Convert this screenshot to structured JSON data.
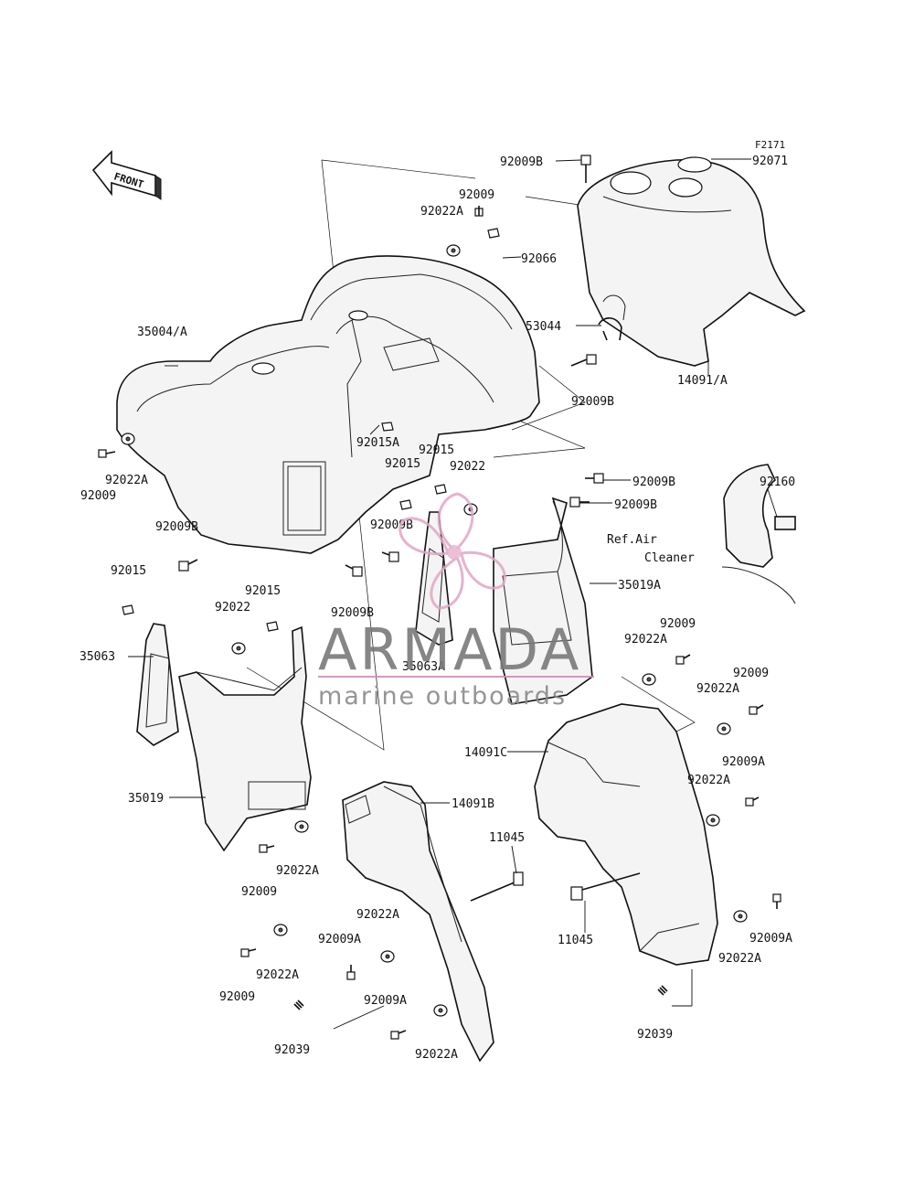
{
  "figure_id": "F2171",
  "front_label": "FRONT",
  "ref_note": {
    "line1": "Ref.Air",
    "line2": "Cleaner"
  },
  "watermark": {
    "brand": "ARMADA",
    "tagline": "marine outboards",
    "accent_color": "#d88ab5",
    "text_color": "#7a7a7a"
  },
  "labels": {
    "n92009B_top": "92009B",
    "n92071": "92071",
    "n92009_a": "92009",
    "n92022A_a": "92022A",
    "n92066": "92066",
    "n35004A": "35004/A",
    "n53044": "53044",
    "n92009B_b": "92009B",
    "n14091A": "14091/A",
    "n92015A": "92015A",
    "n92015_a": "92015",
    "n92015_b": "92015",
    "n92022_a": "92022",
    "n92009B_c": "92009B",
    "n92009B_d": "92009B",
    "n92022A_b": "92022A",
    "n92009_b": "92009",
    "n92160": "92160",
    "n92009B_e": "92009B",
    "n92009B_f": "92009B",
    "n92009B_g": "92009B",
    "n35019A": "35019A",
    "n92015_c": "92015",
    "n92015_d": "92015",
    "n92022_b": "92022",
    "n35063": "35063",
    "n35063A": "35063A",
    "n92009_c": "92009",
    "n92022A_c": "92022A",
    "n92009_d": "92009",
    "n92022A_d": "92022A",
    "n14091C": "14091C",
    "n92009A_a": "92009A",
    "n92022A_e": "92022A",
    "n35019": "35019",
    "n14091B": "14091B",
    "n11045_a": "11045",
    "n92009_e": "92009",
    "n92022A_f": "92022A",
    "n92022A_g": "92022A",
    "n92009A_b": "92009A",
    "n11045_b": "11045",
    "n92009A_c": "92009A",
    "n92022A_h": "92022A",
    "n92022A_i": "92022A",
    "n92009_f": "92009",
    "n92009A_d": "92009A",
    "n92039_a": "92039",
    "n92039_b": "92039",
    "n92022A_j": "92022A"
  }
}
